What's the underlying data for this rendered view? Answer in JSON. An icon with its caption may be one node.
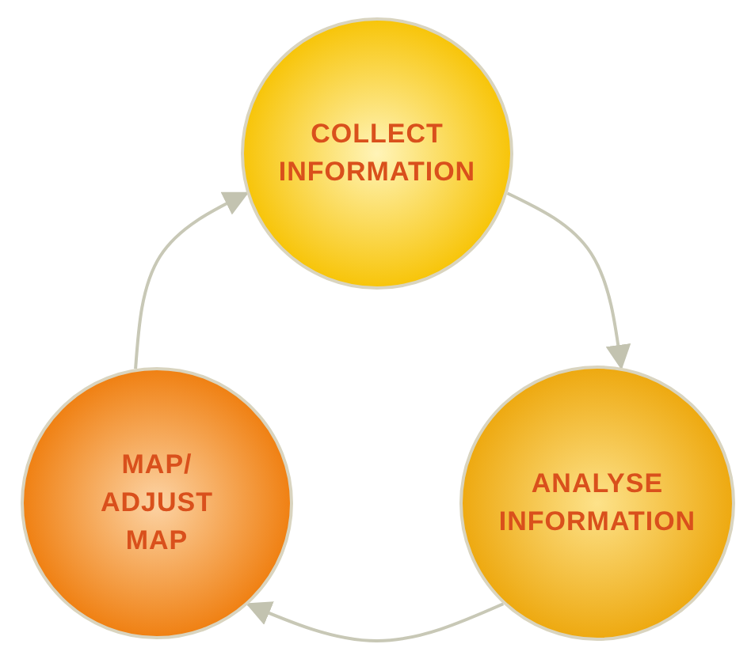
{
  "diagram": {
    "nodes": [
      {
        "text": [
          "COLLECT INFORMATION"
        ]
      },
      {
        "text": [
          "ANALYSE INFORMATION"
        ]
      },
      {
        "text": [
          "MAP/ ADJUST MAP"
        ]
      }
    ],
    "edges": [
      {
        "from": 0,
        "to": 1,
        "arrow": "to"
      },
      {
        "from": 1,
        "to": 2,
        "arrow": "to"
      },
      {
        "from": 2,
        "to": 0,
        "arrow": "to"
      }
    ]
  }
}
